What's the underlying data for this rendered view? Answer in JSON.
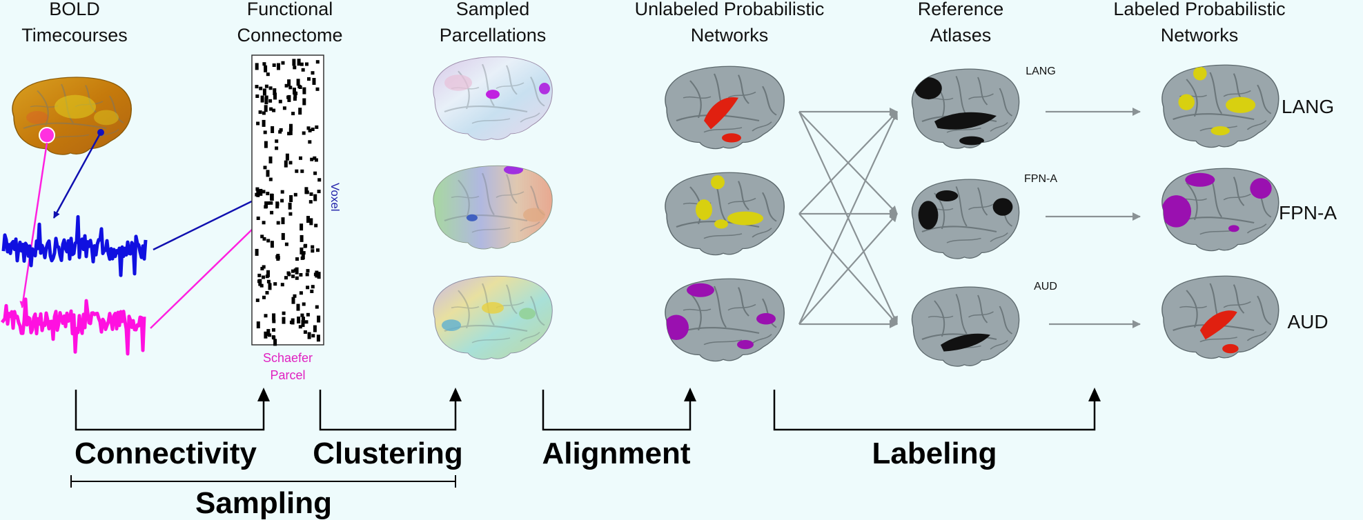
{
  "headers": {
    "bold": [
      "BOLD",
      "Timecourses"
    ],
    "connectome": [
      "Functional",
      "Connectome"
    ],
    "sampled": [
      "Sampled",
      "Parcellations"
    ],
    "unlabeled": [
      "Unlabeled Probabilistic",
      "Networks"
    ],
    "reference": [
      "Reference",
      "Atlases"
    ],
    "labeled": [
      "Labeled Probabilistic",
      "Networks"
    ]
  },
  "annotations": {
    "voxel": "Voxel",
    "schaefer": [
      "Schaefer",
      "Parcel"
    ]
  },
  "stages": {
    "connectivity": "Connectivity",
    "clustering": "Clustering",
    "alignment": "Alignment",
    "labeling": "Labeling",
    "sampling": "Sampling"
  },
  "atlas_labels": [
    "LANG",
    "FPN-A",
    "AUD"
  ],
  "network_labels": [
    "LANG",
    "FPN-A",
    "AUD"
  ],
  "colors": {
    "background": "#eefbfc",
    "voxel_signal": "#1010e0",
    "parcel_signal": "#ff10e0",
    "brain_gray": "#9aa6ab",
    "brain_orange": "#c9860e",
    "lang_yellow": "#d8d010",
    "fpn_purple": "#9a10b0",
    "aud_red": "#e02010",
    "arrow_gray": "#8a9295"
  }
}
